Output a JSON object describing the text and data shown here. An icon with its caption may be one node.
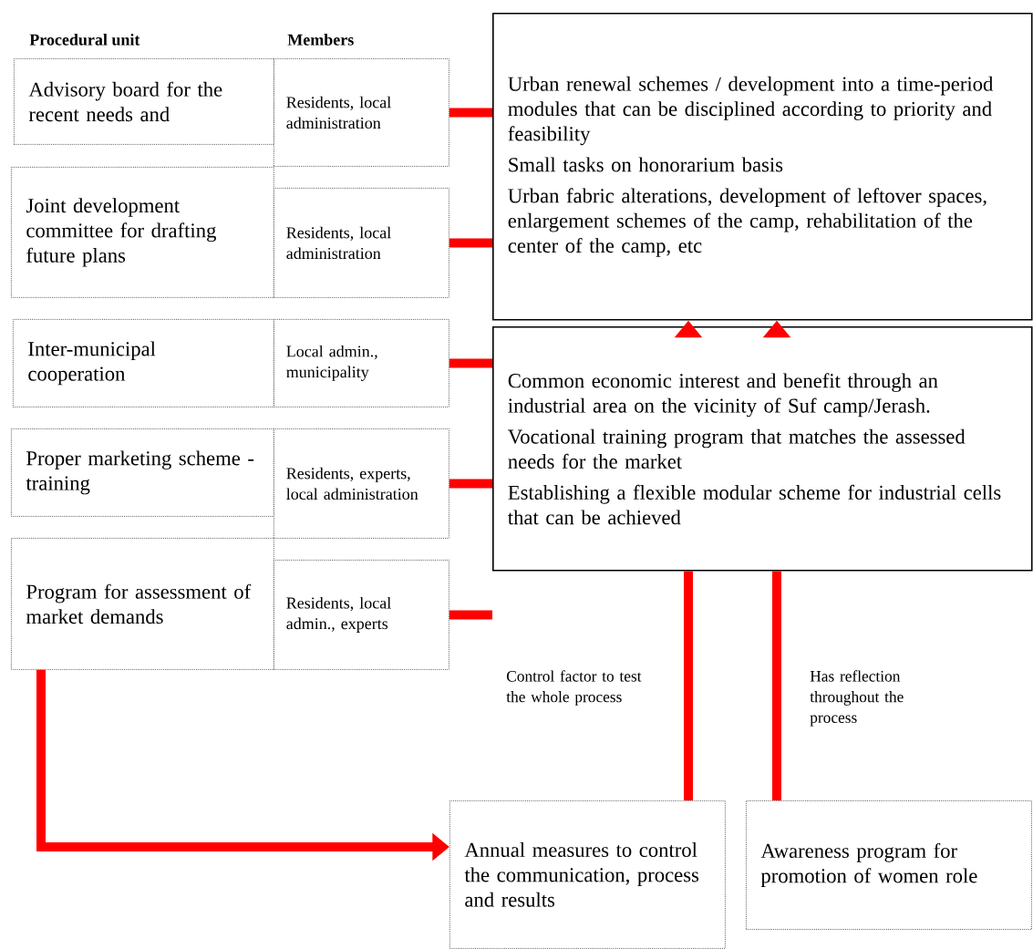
{
  "diagram": {
    "nodes": [
      {
        "text": [
          "Advisory board for the recent needs and"
        ]
      },
      {
        "text": [
          "Residents, local administration"
        ]
      },
      {
        "text": [
          "Joint development committee for drafting future plans"
        ]
      },
      {
        "text": [
          "Residents, local administration"
        ]
      },
      {
        "text": [
          "Inter-municipal cooperation"
        ]
      },
      {
        "text": [
          "Local admin., municipality"
        ]
      },
      {
        "text": [
          "Proper marketing scheme - training"
        ]
      },
      {
        "text": [
          "Residents, experts, local administration"
        ]
      },
      {
        "text": [
          "Program for assessment of market demands"
        ]
      },
      {
        "text": [
          "Residents, local admin., experts"
        ]
      },
      {
        "text": [
          "Urban renewal schemes / development into a time-period modules that can be disciplined according to priority and feasibility",
          "Small tasks on honorarium basis",
          "Urban fabric alterations, development of leftover spaces, enlargement schemes of the camp, rehabilitation of the center of the camp, etc"
        ]
      },
      {
        "text": [
          "Common economic interest and benefit through an industrial area on the vicinity of Suf camp/Jerash.",
          "Vocational training program that matches the assessed needs for the market",
          "Establishing a flexible modular scheme for industrial cells that can be achieved"
        ]
      },
      {
        "text": [
          "Annual measures to control the communication, process and results"
        ]
      },
      {
        "text": [
          "Awareness program for promotion of women role"
        ]
      }
    ],
    "edges": [
      {
        "from": 1,
        "to": 10,
        "arrow": "none"
      },
      {
        "from": 3,
        "to": 10,
        "arrow": "none"
      },
      {
        "from": 5,
        "to": 11,
        "arrow": "none"
      },
      {
        "from": 7,
        "to": 11,
        "arrow": "none"
      },
      {
        "from": 9,
        "to": 11,
        "arrow": "none"
      },
      {
        "from": 12,
        "to": 11,
        "arrow": "none",
        "label": "Control factor to test the whole process"
      },
      {
        "from": 13,
        "to": 11,
        "arrow": "none",
        "label": "Has reflection throughout the process"
      },
      {
        "from": 11,
        "to": 10,
        "arrow": "to"
      },
      {
        "from": 11,
        "to": 10,
        "arrow": "to"
      },
      {
        "from": 8,
        "to": 12,
        "arrow": "to"
      }
    ],
    "labels": [
      "Procedural unit",
      "Members"
    ]
  }
}
